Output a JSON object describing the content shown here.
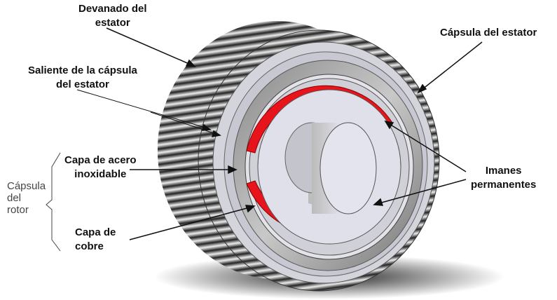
{
  "labels": {
    "stator_winding": [
      "Devanado del",
      "estator"
    ],
    "stator_capsule": "Cápsula del estator",
    "stator_capsule_protrusion": [
      "Saliente de la cápsula",
      "del estator"
    ],
    "stainless_layer": [
      "Capa de acero",
      "inoxidable"
    ],
    "magnets": [
      "Imanes",
      "permanentes"
    ],
    "rotor_capsule": [
      "Cápsula",
      "del",
      "rotor"
    ],
    "copper_layer": [
      "Capa de",
      "cobre"
    ]
  },
  "colors": {
    "magnet": "#e8141c",
    "winding": "#555555",
    "capsule": "#d4d4dc",
    "rotor": "#e0e0ea"
  }
}
